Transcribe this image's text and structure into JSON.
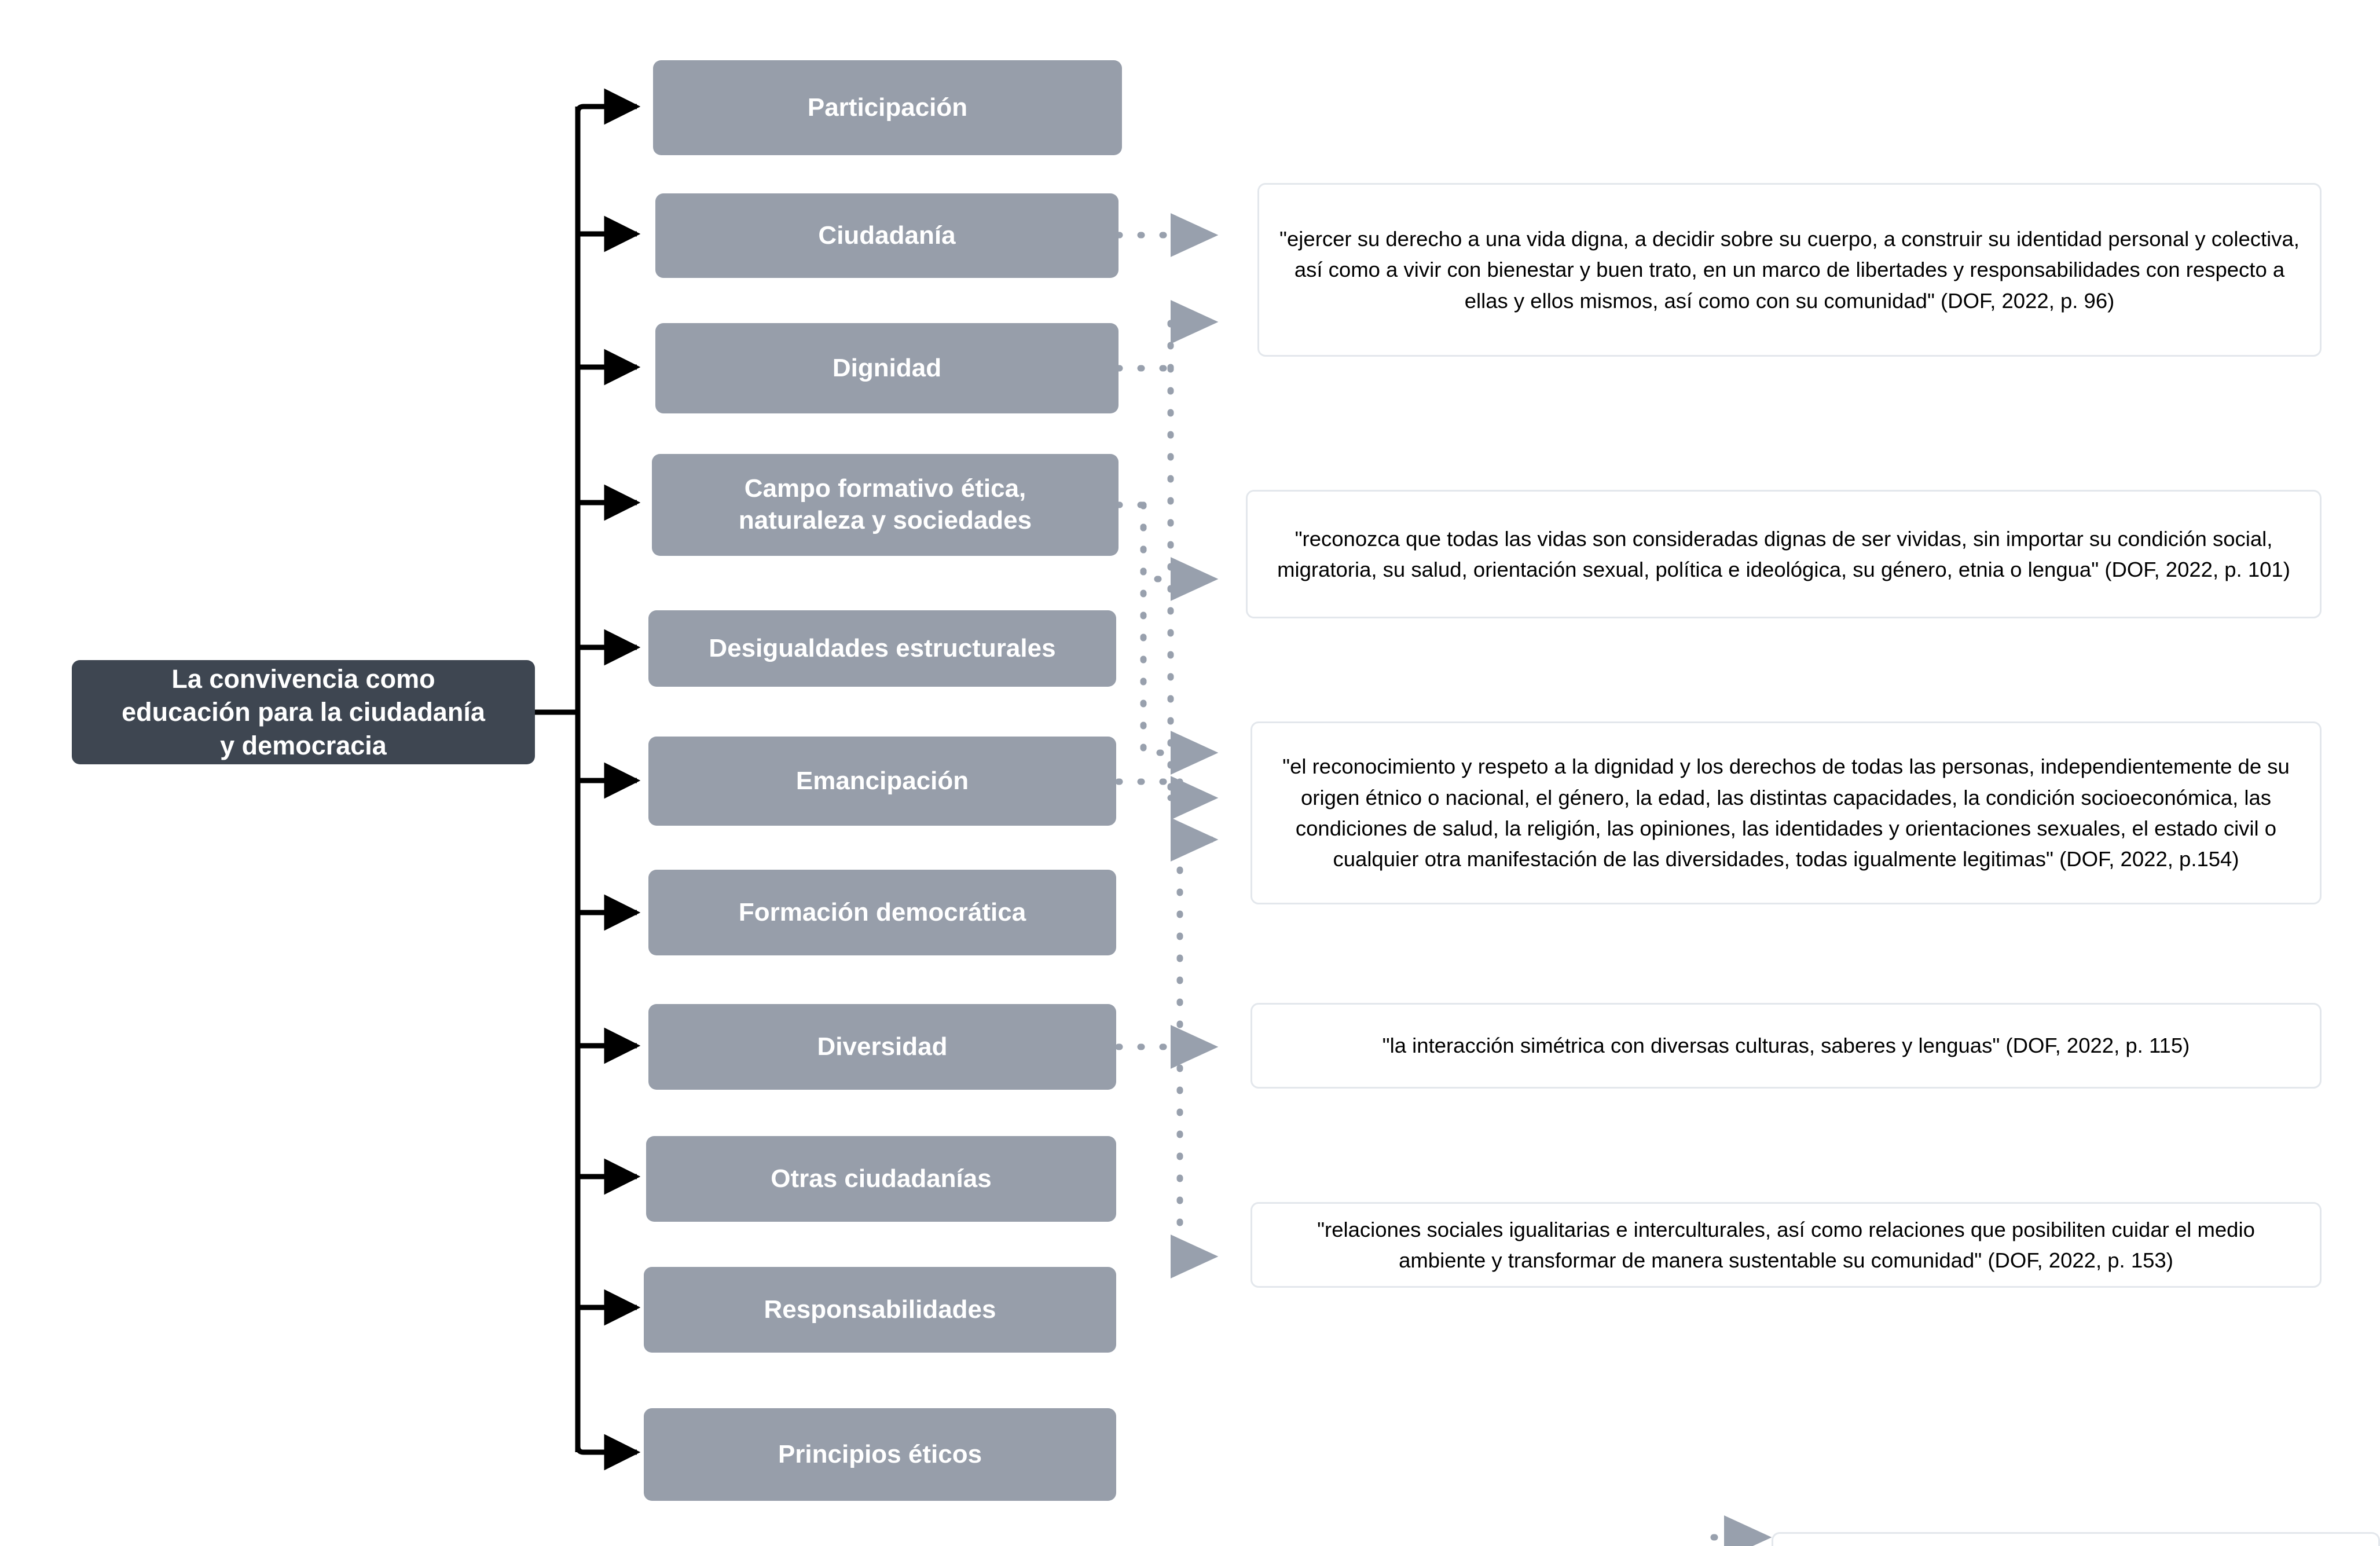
{
  "diagram": {
    "type": "mind-map",
    "title": "La convivencia como educación para la ciudadanía y democracia",
    "root": {
      "label": "La convivencia como\neducación para la ciudadanía\ny democracia",
      "color": "#3e4651",
      "text_color": "#ffffff"
    },
    "branch_color": "#979eaa",
    "branch_text_color": "#ffffff",
    "quote_border_color": "#e3e7ec",
    "trunk_color": "#000000",
    "dotted_connector_color": "#98a0ad",
    "branches": [
      {
        "label": "Participación"
      },
      {
        "label": "Ciudadanía"
      },
      {
        "label": "Dignidad"
      },
      {
        "label": "Campo formativo ética,\nnaturaleza y sociedades"
      },
      {
        "label": "Desigualdades estructurales"
      },
      {
        "label": "Emancipación"
      },
      {
        "label": "Formación democrática"
      },
      {
        "label": "Diversidad"
      },
      {
        "label": "Otras ciudadanías"
      },
      {
        "label": "Responsabilidades"
      },
      {
        "label": "Principios éticos"
      }
    ],
    "quotes": [
      {
        "text": "\"ejercer su derecho a una vida digna, a decidir sobre su cuerpo, a construir su identidad personal y colectiva, así como a vivir con bienestar y buen trato, en un marco de libertades y responsabilidades con respecto a ellas y ellos mismos, así como con su comunidad\" (DOF, 2022, p. 96)",
        "source": "DOF, 2022, p. 96",
        "from": [
          "Ciudadanía",
          "Dignidad"
        ]
      },
      {
        "text": "\"reconozca que todas las vidas son consideradas dignas de ser vividas, sin importar su condición social, migratoria, su salud, orientación sexual, política e ideológica, su género, etnia o lengua\" (DOF, 2022, p. 101)",
        "source": "DOF, 2022, p. 101",
        "from": [
          "Campo formativo ética, naturaleza y sociedades"
        ]
      },
      {
        "text": "\"el reconocimiento y respeto a la dignidad y los derechos de todas las personas, independientemente de su origen étnico o nacional, el género, la edad, las distintas capacidades, la condición socioeconómica, las condiciones de salud, la religión, las opiniones, las identidades y orientaciones sexuales, el estado civil o cualquier otra manifestación de las diversidades, todas igualmente legitimas\" (DOF, 2022, p.154)",
        "source": "DOF, 2022, p.154",
        "from": [
          "Dignidad",
          "Campo formativo ética, naturaleza y sociedades",
          "Emancipación"
        ]
      },
      {
        "text": "\"la interacción simétrica con diversas culturas, saberes y lenguas\" (DOF, 2022, p. 115)",
        "source": "DOF, 2022, p. 115",
        "from": [
          "Diversidad"
        ]
      },
      {
        "text": "\"relaciones sociales igualitarias e interculturales, así como relaciones que posibiliten cuidar el medio ambiente y transformar de manera sustentable su comunidad\" (DOF, 2022, p. 153)",
        "source": "DOF, 2022, p. 153",
        "from": [
          "Emancipación"
        ]
      },
      {
        "text": "",
        "source": "",
        "from": []
      }
    ]
  }
}
